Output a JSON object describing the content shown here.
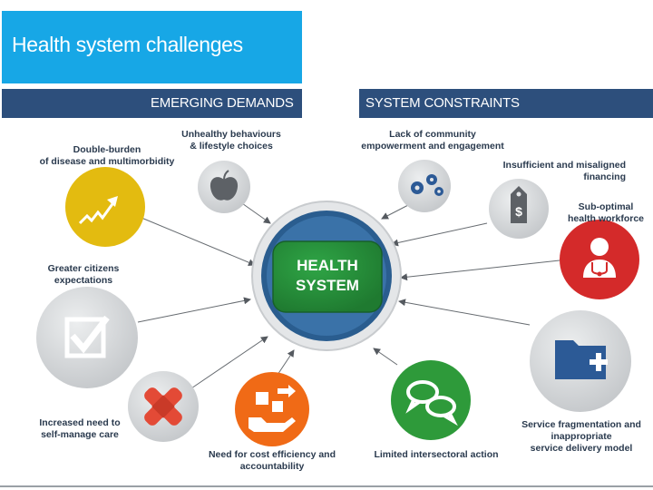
{
  "title": "Health system challenges",
  "headers": {
    "left": "EMERGING DEMANDS",
    "right": "SYSTEM CONSTRAINTS"
  },
  "center": {
    "line1": "HEALTH",
    "line2": "SYSTEM"
  },
  "demands": {
    "double_burden": [
      "Double-burden",
      "of disease and multimorbidity"
    ],
    "unhealthy": [
      "Unhealthy behaviours",
      "& lifestyle choices"
    ],
    "expectations": [
      "Greater citizens",
      "expectations"
    ],
    "self_manage": [
      "Increased need to",
      "self-manage care"
    ]
  },
  "constraints": {
    "community": [
      "Lack of community",
      "empowerment and engagement"
    ],
    "financing": [
      "Insufficient and misaligned",
      "financing"
    ],
    "workforce": [
      "Sub-optimal",
      "health workforce"
    ],
    "fragmentation": [
      "Service fragmentation and",
      "inappropriate",
      "service delivery model"
    ],
    "intersectoral": [
      "Limited intersectoral action"
    ],
    "cost_efficiency": [
      "Need for cost efficiency and",
      "accountability"
    ]
  },
  "colors": {
    "title_bg": "#17a7e6",
    "header_bg": "#2d4f7c",
    "center_green": "#27903a",
    "center_ring": "#2a5d8f",
    "yellow": "#e3bb10",
    "red": "#d42a2a",
    "orange": "#f06a16",
    "green": "#2e9a3a",
    "blue_folder": "#2c5a96",
    "gray_circle": "#d0d2d4",
    "icon_gray": "#5d6166"
  },
  "icons": {
    "double_burden": "trend-up-arrow-icon",
    "unhealthy": "apple-icon",
    "expectations": "checkbox-icon",
    "self_manage": "bandage-icon",
    "cost_efficiency": "hand-arrows-icon",
    "intersectoral": "speech-bubbles-icon",
    "fragmentation": "folder-plus-icon",
    "workforce": "doctor-icon",
    "financing": "price-tag-dollar-icon",
    "community": "gears-icon"
  }
}
